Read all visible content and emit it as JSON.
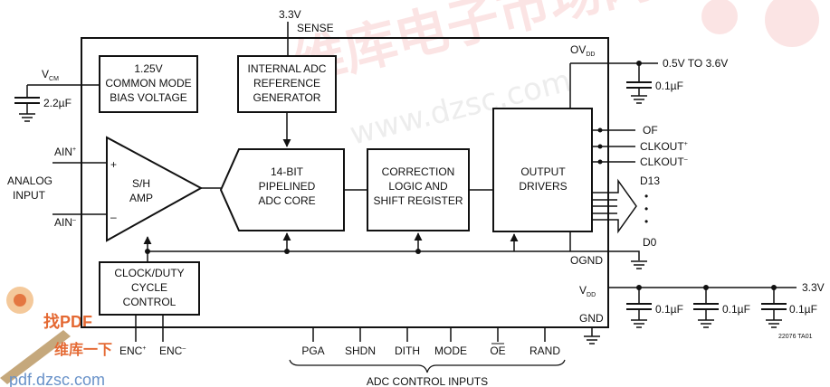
{
  "supply": {
    "sense_voltage": "3.3V",
    "sense_label": "SENSE"
  },
  "vcm": {
    "label": "V",
    "sub": "CM",
    "cap": "2.2µF"
  },
  "blocks": {
    "bias": [
      "1.25V",
      "COMMON MODE",
      "BIAS VOLTAGE"
    ],
    "ref": [
      "INTERNAL ADC",
      "REFERENCE",
      "GENERATOR"
    ],
    "sh": [
      "S/H",
      "AMP"
    ],
    "adc": [
      "14-BIT",
      "PIPELINED",
      "ADC CORE"
    ],
    "corr": [
      "CORRECTION",
      "LOGIC AND",
      "SHIFT REGISTER"
    ],
    "out": [
      "OUTPUT",
      "DRIVERS"
    ],
    "clock": [
      "CLOCK/DUTY",
      "CYCLE",
      "CONTROL"
    ]
  },
  "inputs": {
    "analog_input": [
      "ANALOG",
      "INPUT"
    ],
    "ain_plus": {
      "label": "AIN",
      "sup": "+"
    },
    "ain_minus": {
      "label": "AIN",
      "sup": "–"
    },
    "plus_sign": "+",
    "minus_sign": "–"
  },
  "outputs": {
    "ovdd": {
      "label": "OV",
      "sub": "DD"
    },
    "ovdd_range": "0.5V TO 3.6V",
    "ovdd_cap": "0.1µF",
    "of": "OF",
    "clkout_plus": {
      "label": "CLKOUT",
      "sup": "+"
    },
    "clkout_minus": {
      "label": "CLKOUT",
      "sup": "–"
    },
    "d13": "D13",
    "dots": "•",
    "d0": "D0",
    "ognd": "OGND"
  },
  "power": {
    "vdd": {
      "label": "V",
      "sub": "DD"
    },
    "vdd_value": "3.3V",
    "caps": [
      "0.1µF",
      "0.1µF",
      "0.1µF"
    ],
    "gnd": "GND"
  },
  "clock_inputs": {
    "enc_plus": {
      "label": "ENC",
      "sup": "+"
    },
    "enc_minus": {
      "label": "ENC",
      "sup": "–"
    }
  },
  "control_pins": [
    "PGA",
    "SHDN",
    "DITH",
    "MODE",
    "OE",
    "RAND"
  ],
  "control_label": "ADC CONTROL INPUTS",
  "part_number": "22076 TA01",
  "watermark": {
    "url": "www.dzsc.com",
    "chinese_main": "维库电子市场网",
    "chinese_badge": "找PDF",
    "chinese_badge2": "维库一下",
    "url2": "pdf.dzsc.com"
  }
}
